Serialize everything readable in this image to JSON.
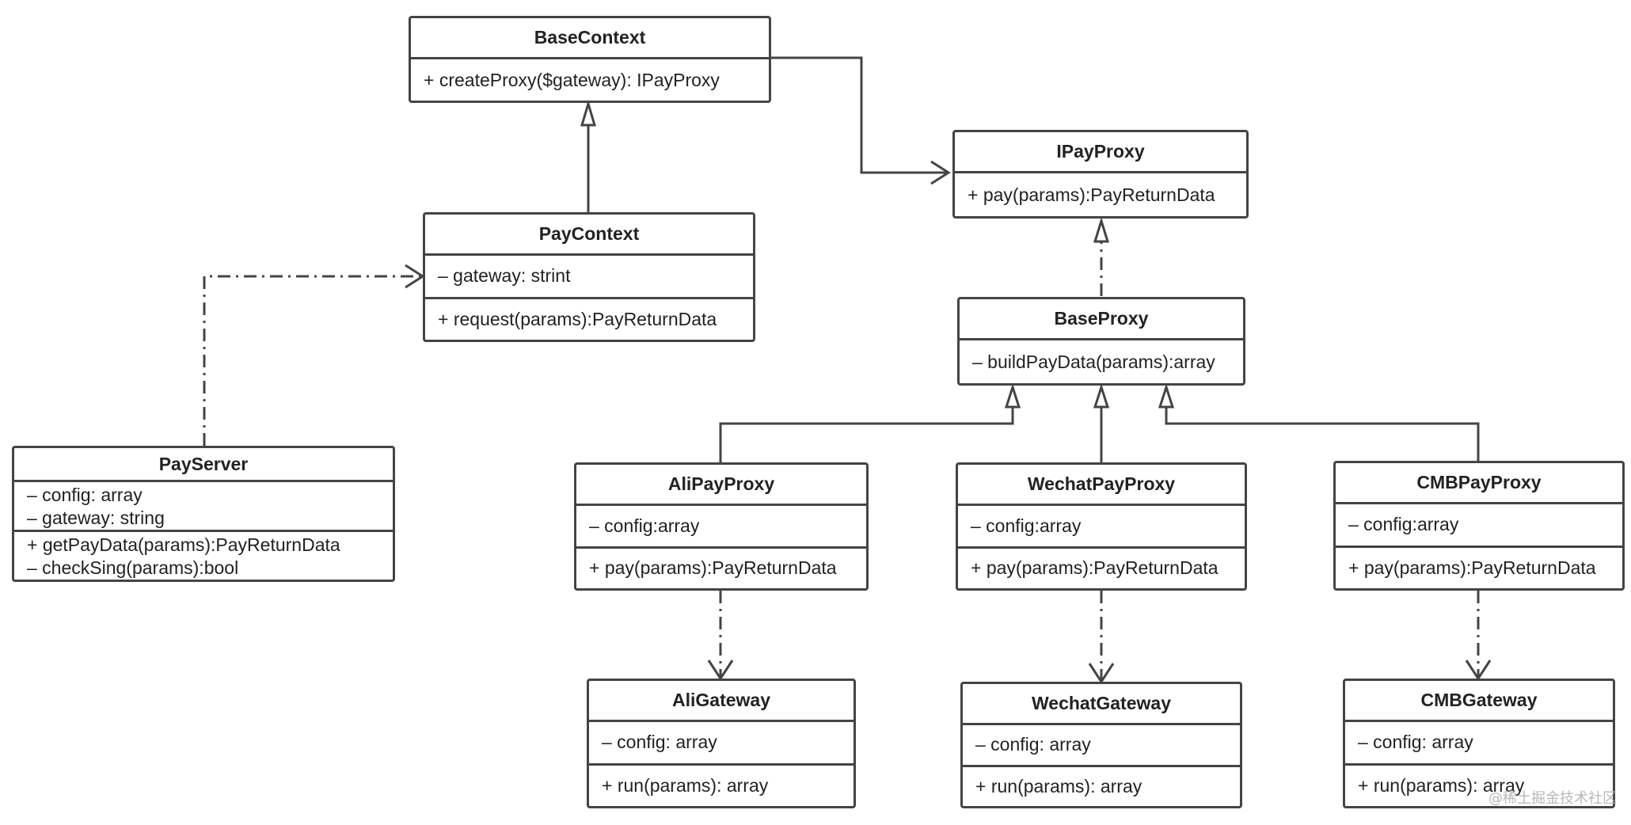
{
  "classes": {
    "base_context": {
      "name": "BaseContext",
      "methods": [
        "+ createProxy($gateway): IPayProxy"
      ]
    },
    "ipay_proxy": {
      "name": "IPayProxy",
      "methods": [
        "+ pay(params):PayReturnData"
      ]
    },
    "pay_context": {
      "name": "PayContext",
      "attributes": [
        "– gateway: strint"
      ],
      "methods": [
        "+ request(params):PayReturnData"
      ]
    },
    "base_proxy": {
      "name": "BaseProxy",
      "methods": [
        "– buildPayData(params):array"
      ]
    },
    "pay_server": {
      "name": "PayServer",
      "attributes": [
        "– config: array",
        "– gateway: string"
      ],
      "methods": [
        "+ getPayData(params):PayReturnData",
        "– checkSing(params):bool"
      ]
    },
    "ali_pay_proxy": {
      "name": "AliPayProxy",
      "attributes": [
        "– config:array"
      ],
      "methods": [
        "+ pay(params):PayReturnData"
      ]
    },
    "wechat_pay_proxy": {
      "name": "WechatPayProxy",
      "attributes": [
        "– config:array"
      ],
      "methods": [
        "+ pay(params):PayReturnData"
      ]
    },
    "cmb_pay_proxy": {
      "name": "CMBPayProxy",
      "attributes": [
        "– config:array"
      ],
      "methods": [
        "+ pay(params):PayReturnData"
      ]
    },
    "ali_gateway": {
      "name": "AliGateway",
      "attributes": [
        "– config: array"
      ],
      "methods": [
        "+ run(params): array"
      ]
    },
    "wechat_gateway": {
      "name": "WechatGateway",
      "attributes": [
        "– config: array"
      ],
      "methods": [
        "+ run(params): array"
      ]
    },
    "cmb_gateway": {
      "name": "CMBGateway",
      "attributes": [
        "– config: array"
      ],
      "methods": [
        "+ run(params): array"
      ]
    }
  },
  "watermark": "@稀土掘金技术社区",
  "colors": {
    "line": "#444444",
    "background": "#ffffff",
    "text": "#222222"
  }
}
